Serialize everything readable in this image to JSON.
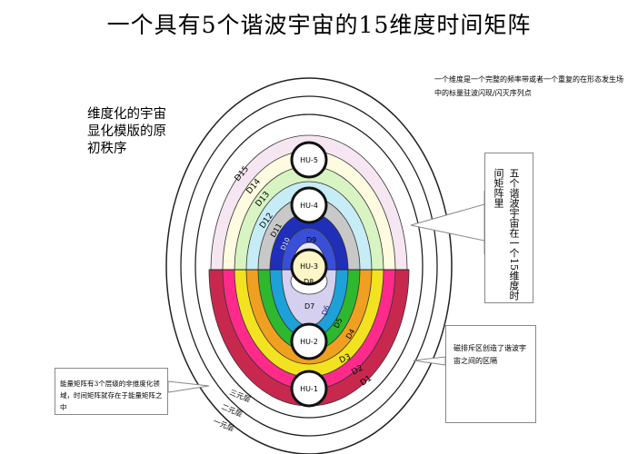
{
  "title": "一个具有5个谐波宇宙的15维度时间矩阵",
  "left_caption": "维度化的宇宙显化模版的原初秩序",
  "definition_note": "一个维度是一个完整的频率带或者一个重复的在形态发生场中的标量驻波闪现/闪灭序列点",
  "right_vertical_note": "五个谐波宇宙在一个15维度时间矩阵里",
  "bottom_right_note": "磁排斥区创造了谐波宇宙之间的区隔",
  "bottom_left_note": "能量矩阵有3个层级的非维度化领域，时间矩阵就存在于能量矩阵之中",
  "layers": {
    "three": "三元层",
    "two": "二元层",
    "one": "一元层"
  },
  "hu_labels": {
    "hu5": "HU-5",
    "hu4": "HU-4",
    "hu3": "HU-3",
    "hu2": "HU-2",
    "hu1": "HU-1"
  },
  "dimension_labels": {
    "d1": "D1",
    "d2": "D2",
    "d3": "D3",
    "d4": "D4",
    "d5": "D5",
    "d6": "D6",
    "d7": "D7",
    "d8": "D8",
    "d9": "D9",
    "d10": "D10",
    "d11": "D11",
    "d12": "D12",
    "d13": "D13",
    "d14": "D14",
    "d15": "D15"
  },
  "colors": {
    "d1": "#c9284e",
    "d2": "#ff2a8a",
    "d3": "#f3e220",
    "d4": "#f0a020",
    "d5": "#2eb82e",
    "d6": "#1ea0d8",
    "d7": "#d6d0f0",
    "d8": "#ffffff",
    "d9": "#3a4fd8",
    "d10": "#1f2fb8",
    "d11": "#c8c8c8",
    "d12": "#c6ecf6",
    "d13": "#d8f4c2",
    "d14": "#fffbe0",
    "d15": "#f6e6f2"
  }
}
